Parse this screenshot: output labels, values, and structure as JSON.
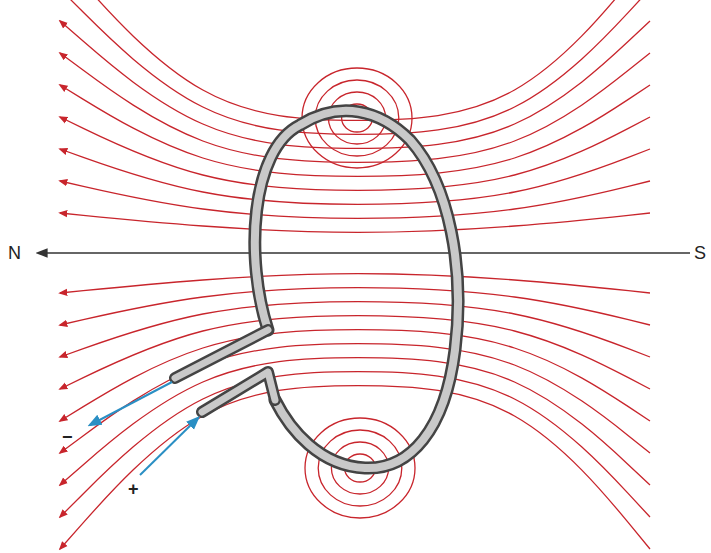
{
  "diagram": {
    "labels": [
      "N",
      "S",
      "−",
      "+"
    ]
  }
}
